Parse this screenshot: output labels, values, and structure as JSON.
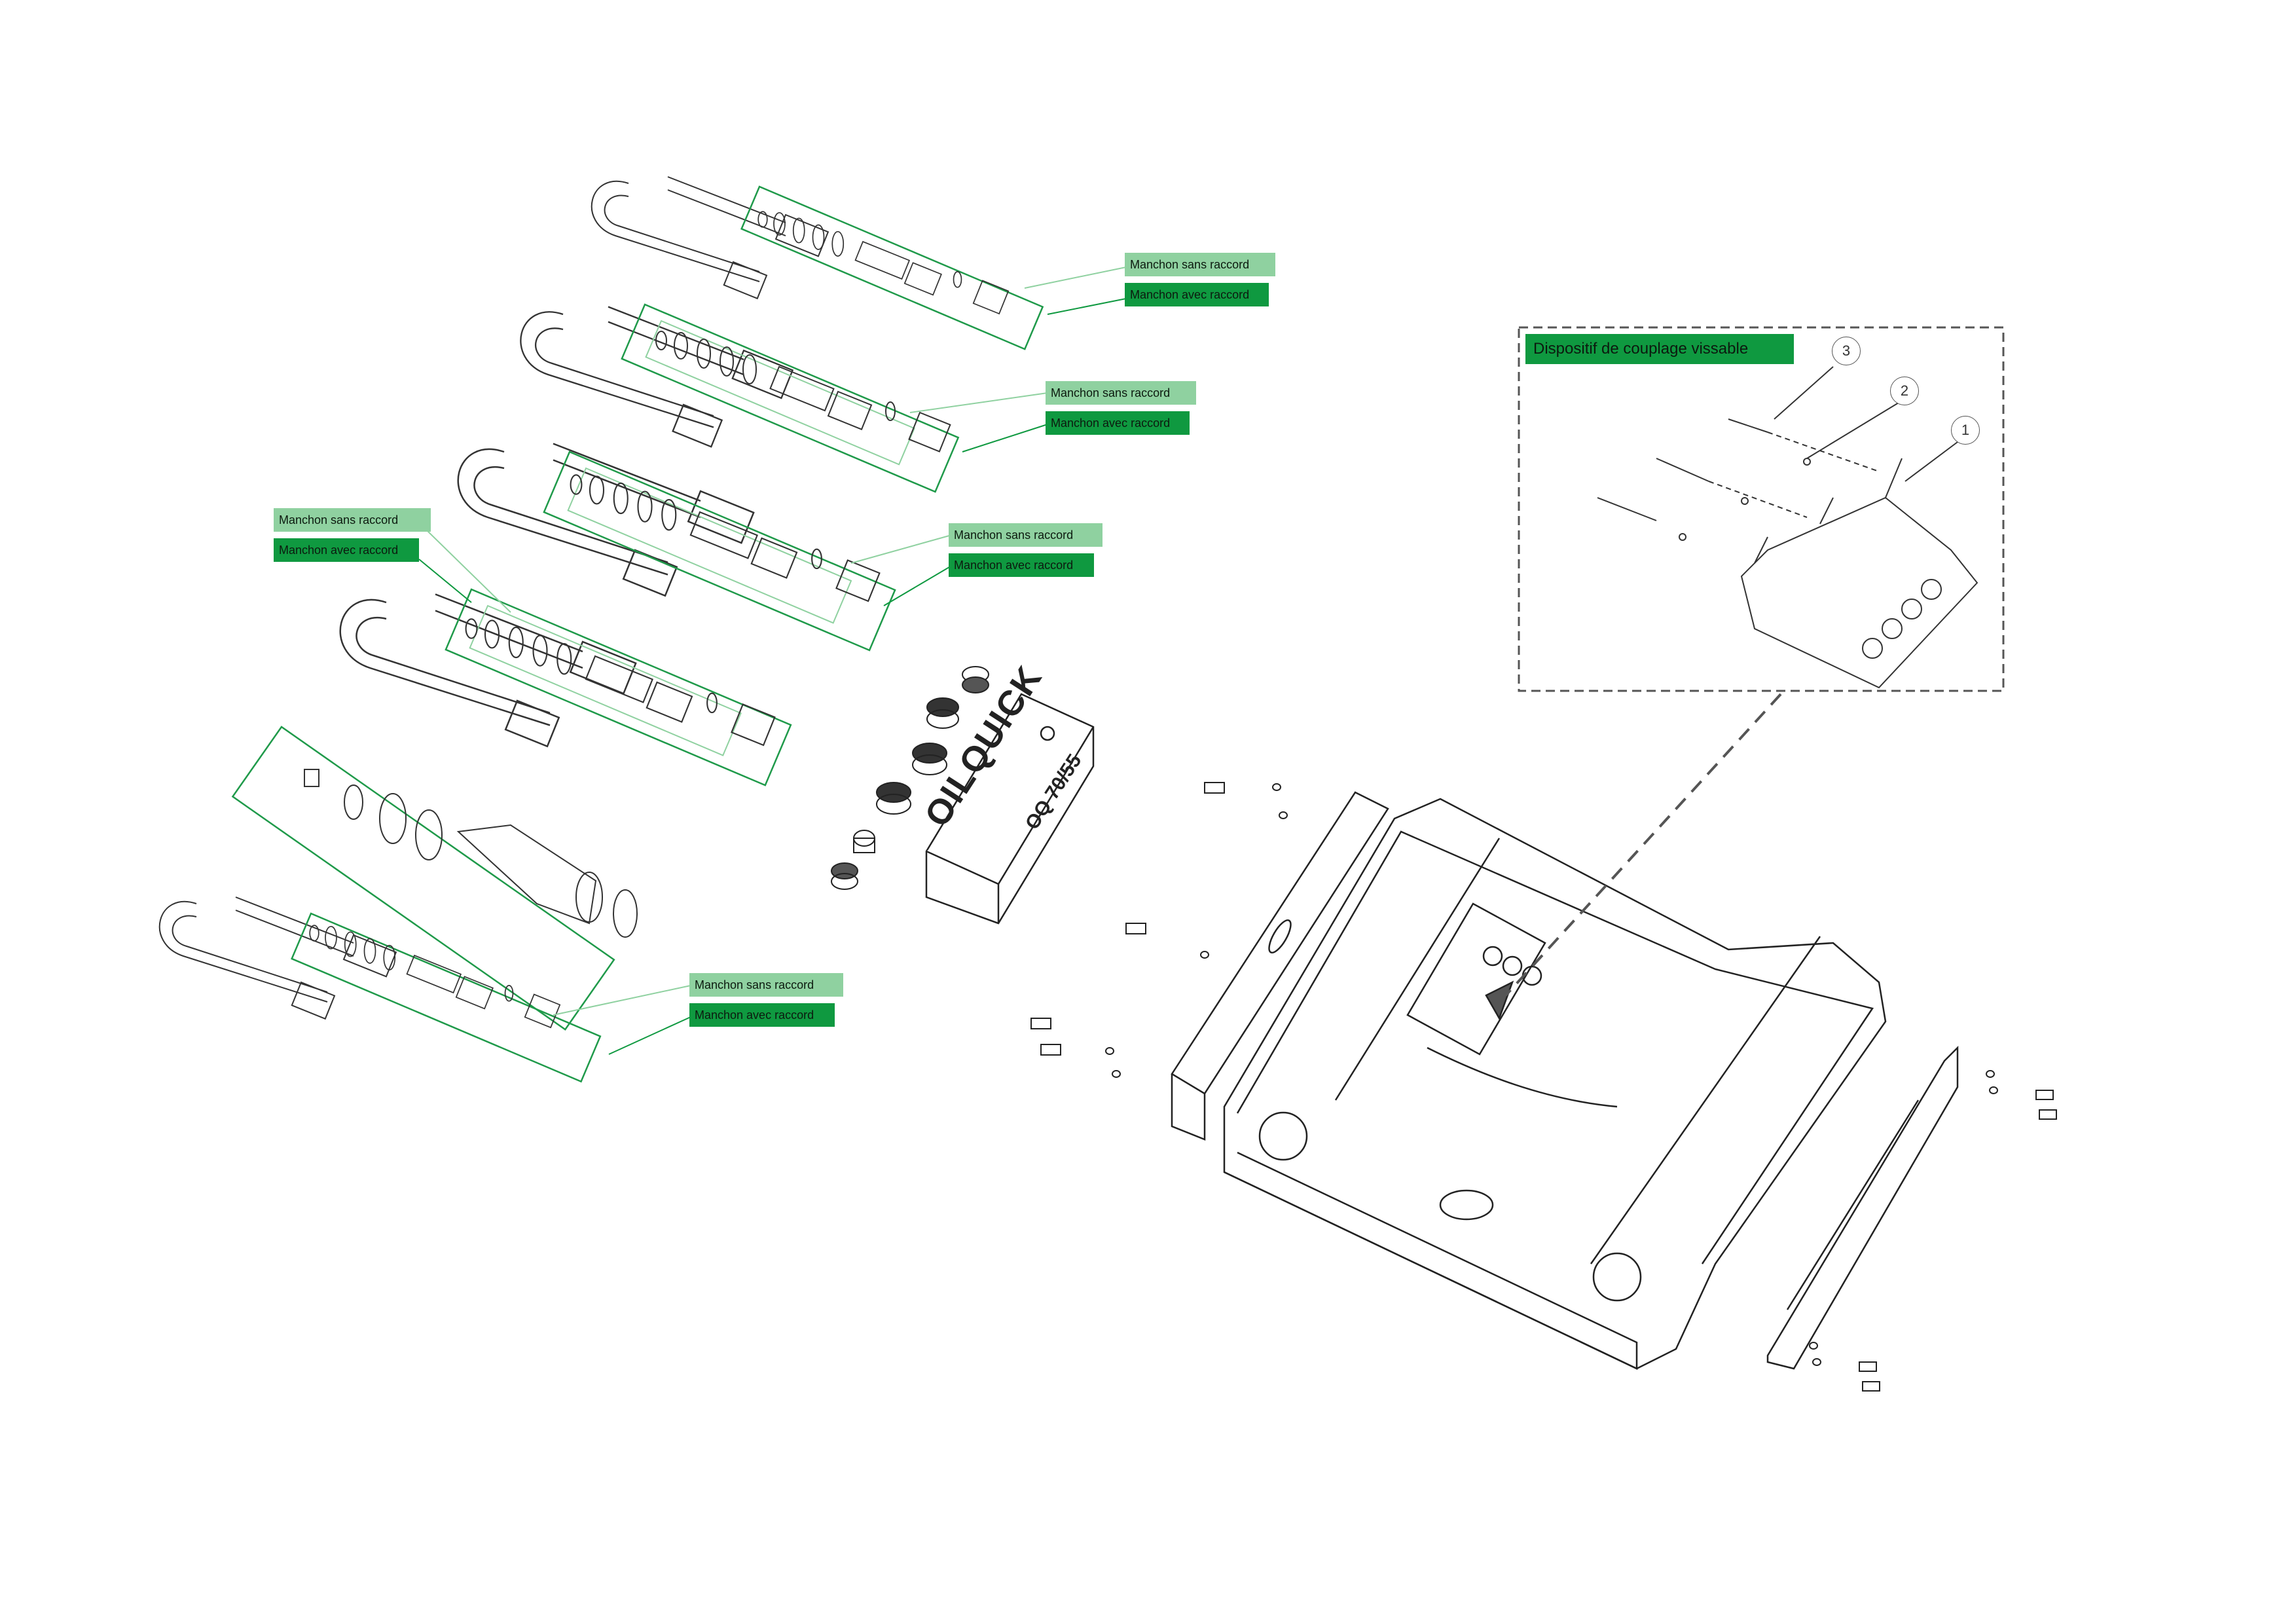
{
  "labels": {
    "without_fitting": "Manchon sans raccord",
    "with_fitting": "Manchon avec raccord"
  },
  "detail": {
    "title": "Dispositif de couplage vissable",
    "callouts": [
      "1",
      "2",
      "3"
    ]
  },
  "coupler_block": {
    "brand": "OILQUICK",
    "model": "OQ 70/55"
  },
  "colors": {
    "green_box": "#1f9a4a",
    "tag_light": "#8fd1a0",
    "tag_dark": "#0f9940",
    "line_art": "#333333"
  }
}
